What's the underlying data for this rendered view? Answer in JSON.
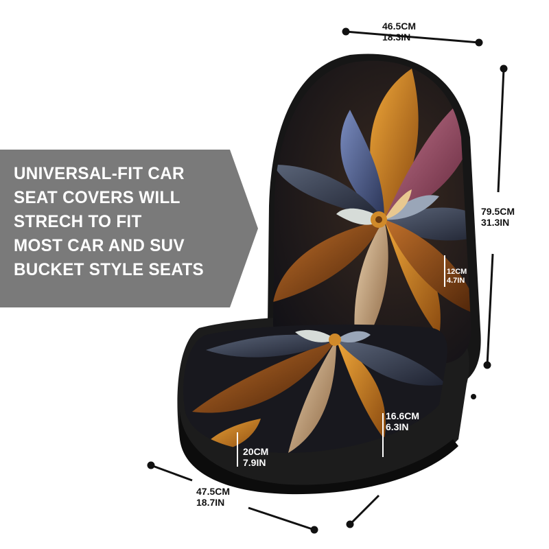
{
  "banner": {
    "lines": [
      "UNIVERSAL-FIT CAR",
      "SEAT COVERS WILL",
      "STRECH TO FIT",
      "MOST CAR AND SUV",
      "BUCKET STYLE SEATS"
    ],
    "background_color": "#7a7a7a",
    "text_color": "#ffffff"
  },
  "dimensions": {
    "top_width": {
      "cm": "46.5CM",
      "in": "18.3IN"
    },
    "height": {
      "cm": "79.5CM",
      "in": "31.3IN"
    },
    "side_gap": {
      "cm": "12CM",
      "in": "4.7IN"
    },
    "side_depth": {
      "cm": "16.6CM",
      "in": "6.3IN"
    },
    "front_depth": {
      "cm": "20CM",
      "in": "7.9IN"
    },
    "bottom_width": {
      "cm": "47.5CM",
      "in": "18.7IN"
    }
  },
  "product": {
    "image": "car-seat-cover-floral-print",
    "colors": {
      "frame": "#1a1a1a",
      "orange": "#d08a2a",
      "blue": "#5a6c9a",
      "pink": "#b0607a",
      "tan": "#c8a27a",
      "dark": "#1b1b24"
    }
  }
}
